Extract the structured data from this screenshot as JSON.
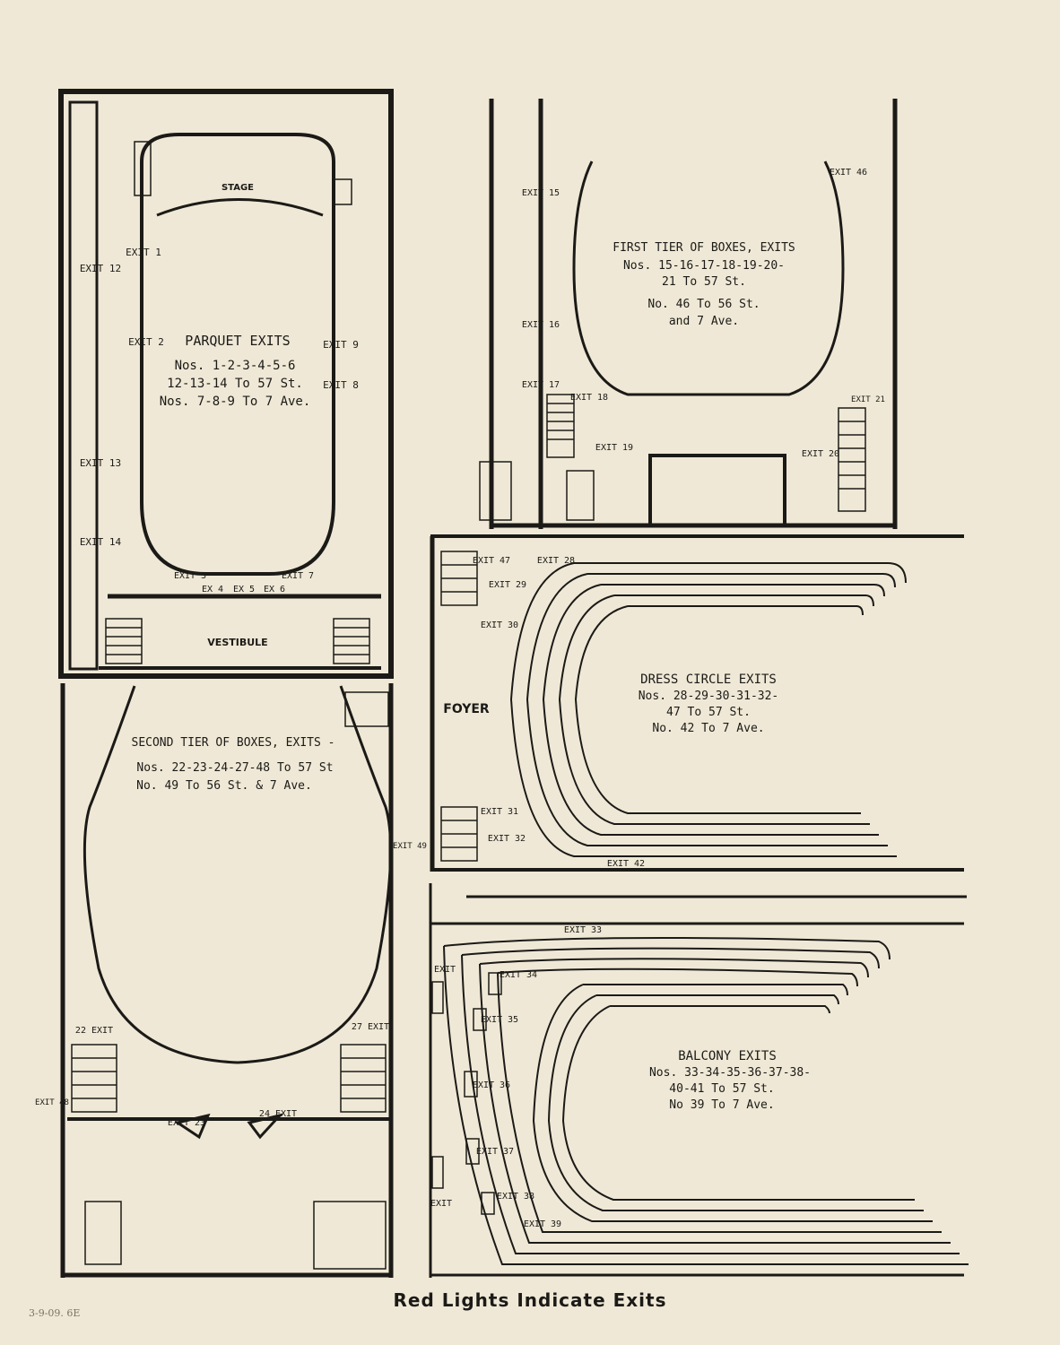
{
  "parquet": {
    "stage": "STAGE",
    "vestibule": "VESTIBULE",
    "title": "PARQUET EXITS",
    "lines": [
      "Nos. 1-2-3-4-5-6",
      "12-13-14 To 57 St.",
      "Nos. 7-8-9 To 7 Ave."
    ],
    "exits": [
      "EXIT 1",
      "EXIT 2",
      "EXIT 12",
      "EXIT 13",
      "EXIT 14",
      "EXIT 9",
      "EXIT 8",
      "EXIT 3",
      "EX 4",
      "EX 5",
      "EX 6",
      "EXIT 7"
    ]
  },
  "first_tier": {
    "title": "FIRST TIER OF BOXES, EXITS",
    "lines": [
      "Nos. 15-16-17-18-19-20-",
      "21 To 57 St.",
      "No. 46 To 56 St.",
      "and 7 Ave."
    ],
    "exits": [
      "EXIT 15",
      "EXIT 16",
      "EXIT 17",
      "EXIT 18",
      "EXIT 19",
      "EXIT 20",
      "EXIT 21",
      "EXIT 46"
    ]
  },
  "second_tier": {
    "title": "SECOND TIER OF BOXES, EXITS -",
    "lines": [
      "Nos. 22-23-24-27-48 To 57 St",
      "No. 49 To 56 St. & 7 Ave."
    ],
    "exits": [
      "22 EXIT",
      "27 EXIT",
      "EXIT 23",
      "24 EXIT",
      "EXIT 48",
      "EXIT 49"
    ]
  },
  "dress_circle": {
    "foyer": "FOYER",
    "title": "DRESS CIRCLE EXITS",
    "lines": [
      "Nos. 28-29-30-31-32-",
      "47 To 57 St.",
      "No. 42 To 7 Ave."
    ],
    "exits": [
      "EXIT 47",
      "EXIT 28",
      "EXIT 29",
      "EXIT 30",
      "EXIT 31",
      "EXIT 32",
      "EXIT 42"
    ]
  },
  "balcony": {
    "title": "BALCONY EXITS",
    "lines": [
      "Nos. 33-34-35-36-37-38-",
      "40-41 To 57 St.",
      "No 39 To 7 Ave."
    ],
    "exits": [
      "EXIT 33",
      "EXIT",
      "EXIT 34",
      "EXIT 35",
      "EXIT 36",
      "EXIT 37",
      "EXIT 38",
      "EXIT 39",
      "EXIT"
    ]
  },
  "caption": "Red Lights Indicate Exits",
  "handwritten_note": "3-9-09. 6E",
  "colors": {
    "paper": "#efe8d6",
    "ink": "#1b1a17"
  }
}
